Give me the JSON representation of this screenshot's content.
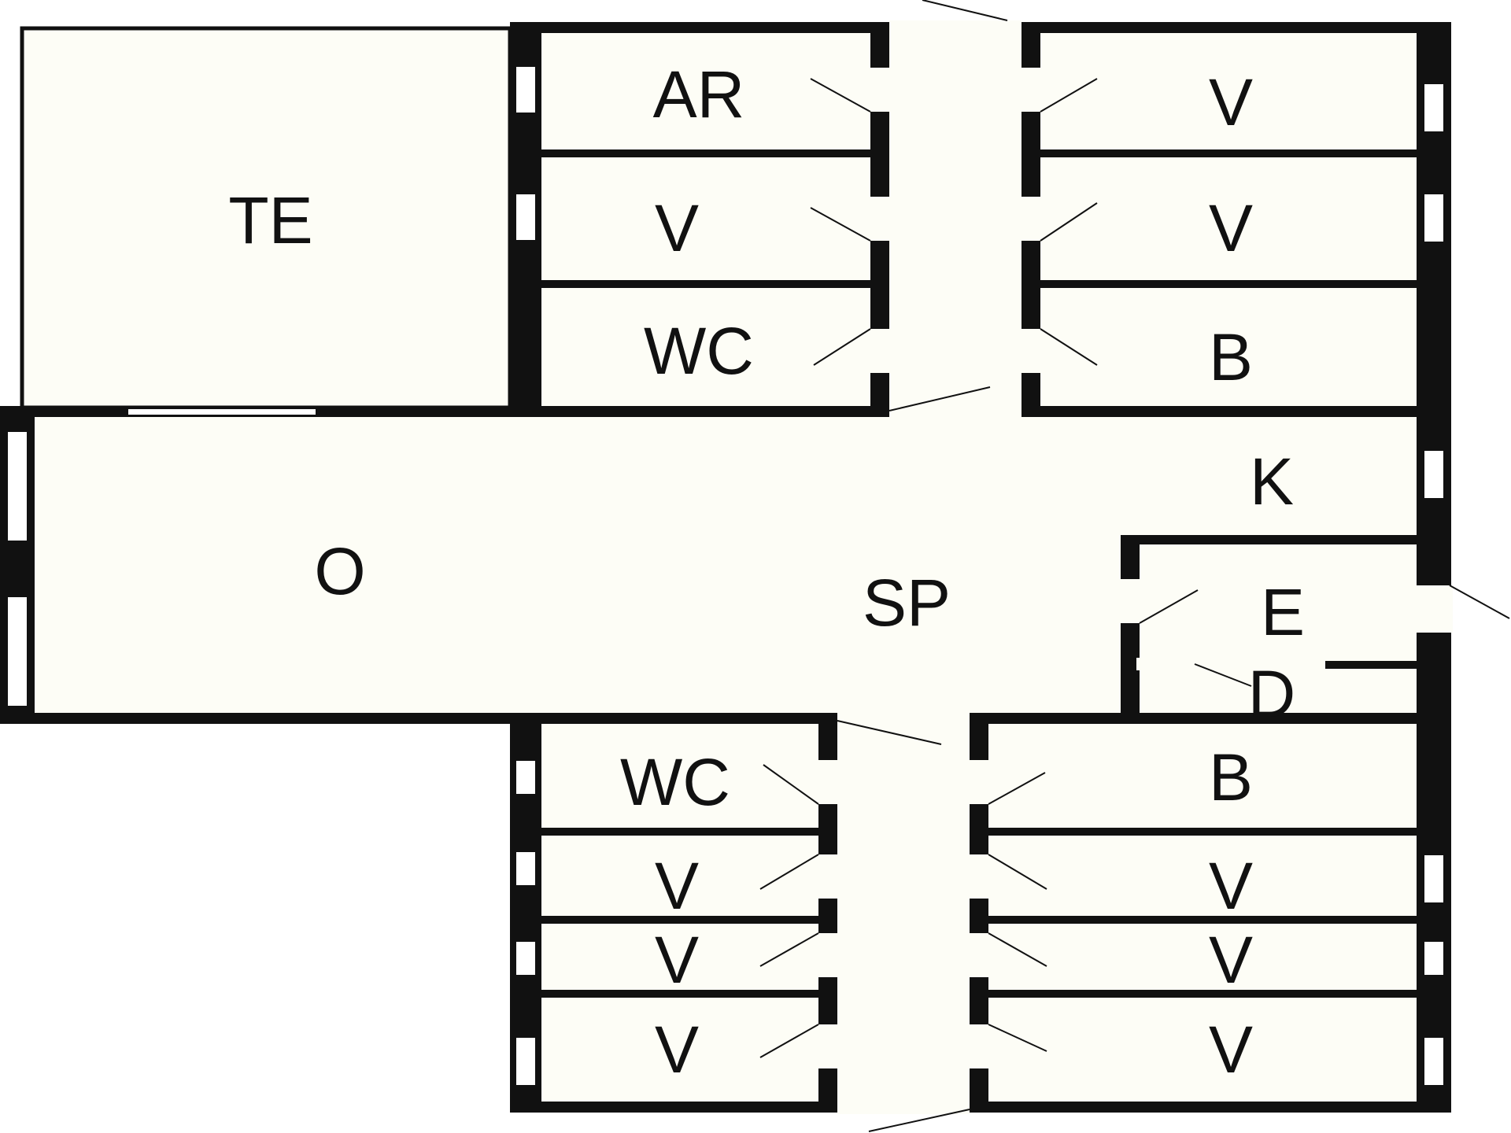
{
  "rooms": [
    {
      "id": "te",
      "label": "TE"
    },
    {
      "id": "ar",
      "label": "AR"
    },
    {
      "id": "v-ul-2",
      "label": "V"
    },
    {
      "id": "wc-upper",
      "label": "WC"
    },
    {
      "id": "v-ur-1",
      "label": "V"
    },
    {
      "id": "v-ur-2",
      "label": "V"
    },
    {
      "id": "b-upper",
      "label": "B"
    },
    {
      "id": "o",
      "label": "O"
    },
    {
      "id": "sp",
      "label": "SP"
    },
    {
      "id": "k",
      "label": "K"
    },
    {
      "id": "e",
      "label": "E"
    },
    {
      "id": "d",
      "label": "D"
    },
    {
      "id": "wc-lower",
      "label": "WC"
    },
    {
      "id": "v-ll-1",
      "label": "V"
    },
    {
      "id": "v-ll-2",
      "label": "V"
    },
    {
      "id": "v-ll-3",
      "label": "V"
    },
    {
      "id": "b-lower",
      "label": "B"
    },
    {
      "id": "v-lr-1",
      "label": "V"
    },
    {
      "id": "v-lr-2",
      "label": "V"
    },
    {
      "id": "v-lr-3",
      "label": "V"
    }
  ]
}
